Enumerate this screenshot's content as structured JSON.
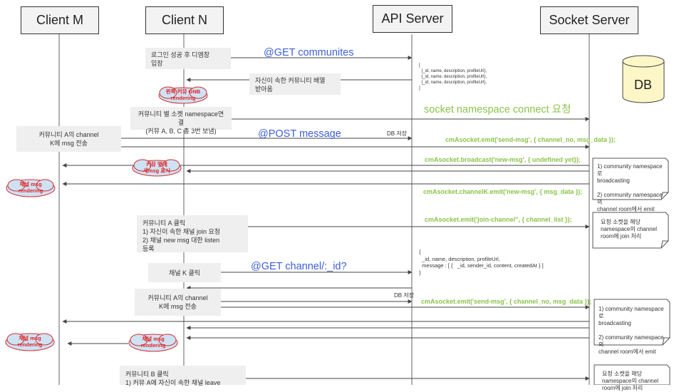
{
  "actors": {
    "client_m": "Client M",
    "client_n": "Client N",
    "api_server": "API Server",
    "socket_server": "Socket Server"
  },
  "db": {
    "label": "DB"
  },
  "steps": {
    "login": "로그인 성공 후 디엠창\n입장",
    "receive_communities": "자신이 속한 커뮤니티 배열\n받아옴",
    "connect_namespace": "커뮤니티 별 소켓 namespace연결\n(커뮤 A, B, C 총 3번 보냄)",
    "send_msg_m": "커뮤니티 A의 channel\nK에 msg 전송",
    "click_community_a": "커뮤니티 A 클릭\n1)  자신이 속한 채널 join 요청\n2) 채널 new msg 대한 listen\n등록",
    "click_channel_k": "채널 K 클릭",
    "send_msg_n": "커뮤니티 A의 channel\nK에 msg 전송",
    "click_community_b": "커뮤니티 B 클릭\n1) 커뮤 A에 자신이 속한 채널 leave"
  },
  "requests": {
    "get_communities": "@GET communites",
    "post_message": "@POST message",
    "get_channel": "@GET channel/:_id?"
  },
  "emits": {
    "namespace_connect": "socket namespace connect 요청",
    "send_msg_1": "cmAsocket.emit('send-msg', { channel_no, msg_data });",
    "broadcast": "cmAsocket.broadcast('new-msg', { undefined yet});",
    "channel_emit": "cmAsocket.channelK.emit('new-msg', { msg_data });",
    "join_channel": "cmAsocket.emit('join-channel'', { channel_list });",
    "send_msg_2": "cmAsocket.emit('send-msg', { channel_no, msg_data });"
  },
  "db_save": {
    "first": "DB 저장",
    "second": "DB 저장"
  },
  "responses": {
    "communities_json": "[\n  {_id, name, description, profileUrl},\n  {_id, name, description, profileUrl},\n  {_id, name, description, profileUrl},\n]",
    "channel_json": "{\n  _id, name, description, profileUrl,\n  message : [ {   _id, sender_id, content, createdAt } ]\n}"
  },
  "clouds": {
    "gnb": "왼쪽 커뮤 GNB\nrendering",
    "new_msg": "커뮤 옆에\n새msg 표시",
    "channel_render_m1": "채널 msg\nrendering",
    "channel_render_m2": "채널 msg\nrendering",
    "channel_render_n": "채널 msg\nrendering"
  },
  "notes": {
    "broadcast_1": "1) community namespace로\nbroadcasting\n\n2) community namespace의\nchannel room에서 emit",
    "join": "요청 소켓을 해당\nnamespace의 channel\nroom에 join 처리",
    "broadcast_2": "1) community namespace로\nbroadcasting\n\n2) community namespace의\nchannel room에서 emit",
    "join_2": "요청 소켓을 해당\nnamespace의 channel\nroom에 join 처리"
  }
}
